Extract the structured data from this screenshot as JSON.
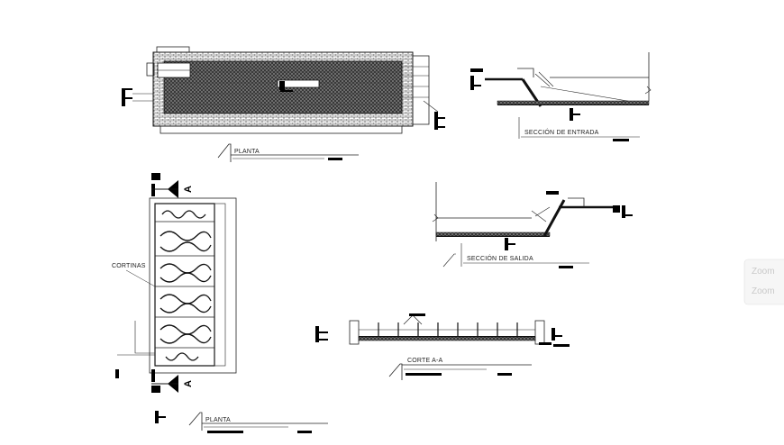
{
  "labels": {
    "planta_top": "PLANTA",
    "seccion_entrada": "SECCIÓN DE ENTRADA",
    "seccion_salida": "SECCIÓN DE SALIDA",
    "cortinas": "CORTINAS",
    "corte": "CORTE A-A",
    "planta_bottom": "PLANTA",
    "section_mark_top": "A",
    "section_mark_bottom": "A"
  },
  "watermark": {
    "line1": "Zoom",
    "line2": "Zoom"
  }
}
